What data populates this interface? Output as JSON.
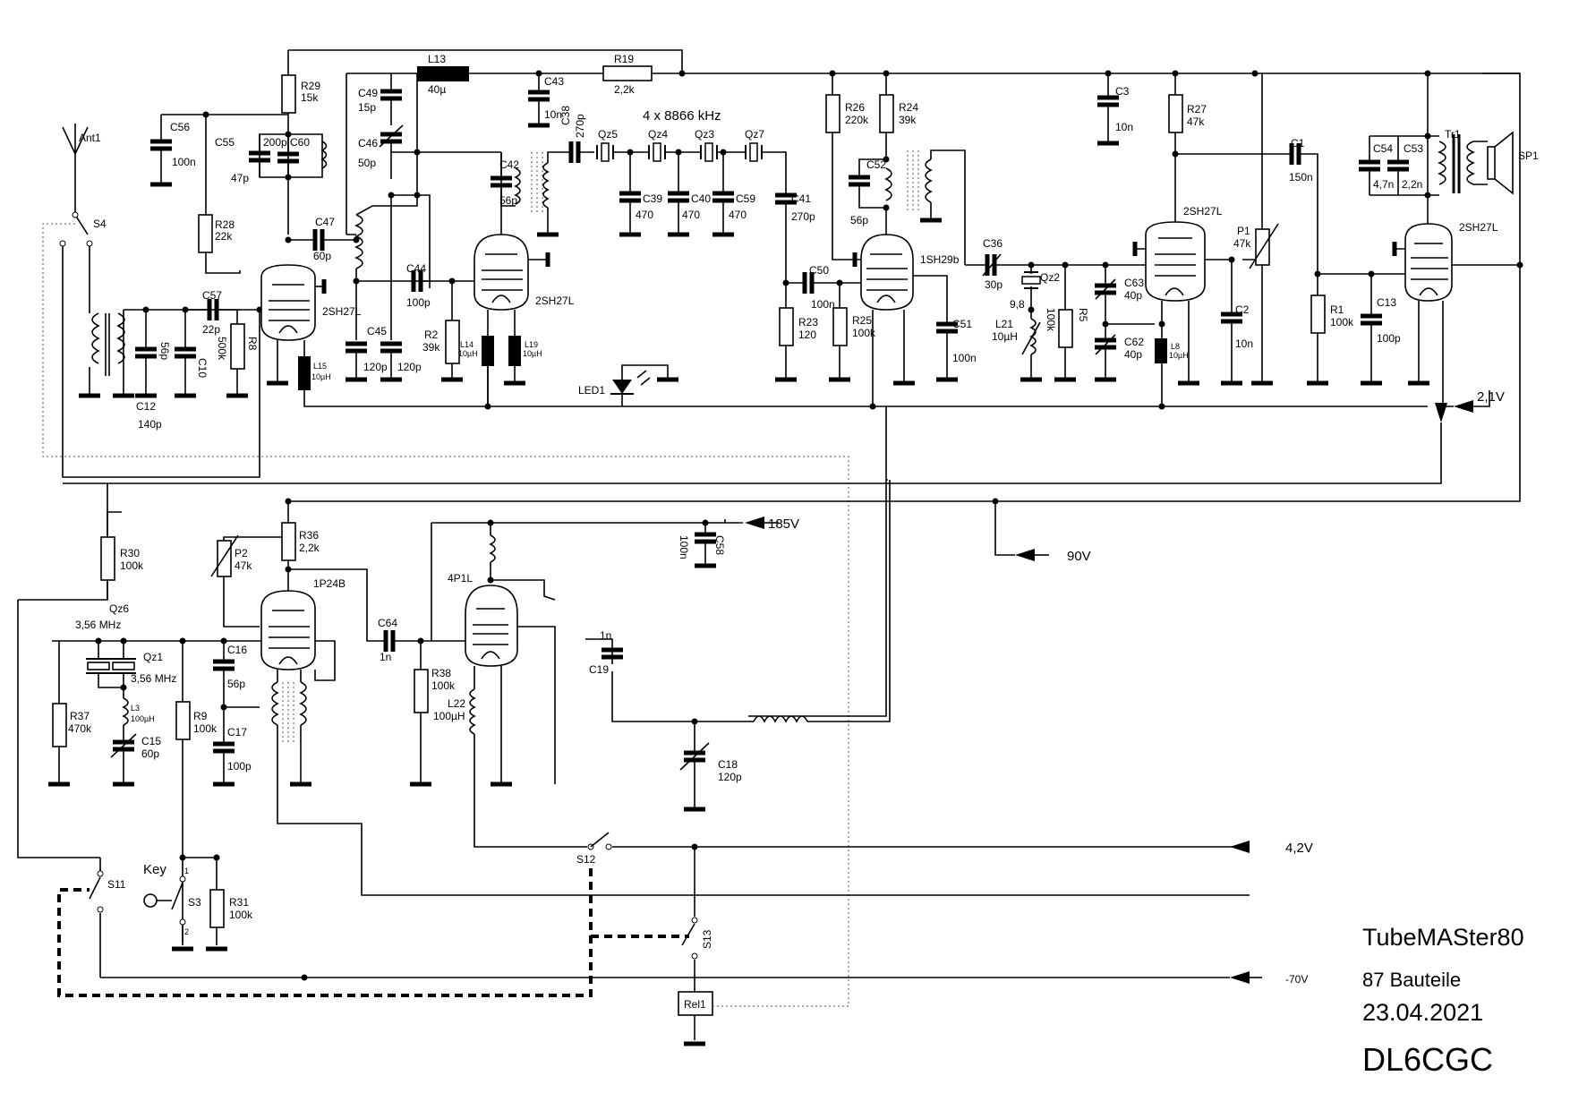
{
  "labels": {
    "ant1": "Ant1",
    "s4": "S4",
    "r29": "R29",
    "r29v": "15k",
    "c56": "C56",
    "c56v": "100n",
    "c55": "C55",
    "c55v": "47p",
    "c60v": "200p",
    "c60": "C60",
    "r28": "R28",
    "r28v": "22k",
    "c47": "C47",
    "c47v": "60p",
    "c57": "C57",
    "c57v": "22p",
    "c12": "C12",
    "c12v": "140p",
    "c10": "C10",
    "c10v": "56p",
    "r8": "R8",
    "r8v": "500k",
    "tube1": "2SH27L",
    "l15": "L15",
    "l15v": "10µH",
    "l13": "L13",
    "l13v": "40µ",
    "r19": "R19",
    "r19v": "2,2k",
    "c43": "C43",
    "c43v": "10n",
    "c49": "C49",
    "c49v": "15p",
    "c46": "C46",
    "c46v": "50p",
    "c42": "C42",
    "c42v": "56p",
    "c38": "C38",
    "c38v": "270p",
    "qz5": "Qz5",
    "qz4": "Qz4",
    "qz3": "Qz3",
    "qz7": "Qz7",
    "xtalfreq": "4 x 8866 kHz",
    "c39": "C39",
    "c39v": "470",
    "c40": "C40",
    "c40v": "470",
    "c59": "C59",
    "c59v": "470",
    "c41": "C41",
    "c41v": "270p",
    "c44": "C44",
    "c44v": "100p",
    "c45": "C45",
    "c45v": "120p",
    "c45b": "120p",
    "r2": "R2",
    "r2v": "39k",
    "l14": "L14",
    "l14v": "10µH",
    "l19": "L19",
    "l19v": "10µH",
    "tube2": "2SH27L",
    "led1": "LED1",
    "c50": "C50",
    "c50v": "100n",
    "r23": "R23",
    "r23v": "120",
    "r25": "R25",
    "r25v": "100k",
    "r26": "R26",
    "r26v": "220k",
    "r24": "R24",
    "r24v": "39k",
    "c52": "C52",
    "c52v": "56p",
    "tube3": "1SH29b",
    "c51": "C51",
    "c51v": "100n",
    "c36": "C36",
    "c36v": "30p",
    "qz2": "Qz2",
    "qz2v": "9,8",
    "l21": "L21",
    "l21v": "10µH",
    "r5": "R5",
    "r5v": "100k",
    "c63": "C63",
    "c63v": "40p",
    "c62": "C62",
    "c62v": "40p",
    "l8": "L8",
    "l8v": "10µH",
    "c3": "C3",
    "c3v": "10n",
    "r27": "R27",
    "r27v": "47k",
    "tube4": "2SH27L",
    "c1": "C1",
    "c1v": "150n",
    "p1": "P1",
    "p1v": "47k",
    "c2": "C2",
    "c2v": "10n",
    "r1": "R1",
    "r1v": "100k",
    "c13": "C13",
    "c13v": "100p",
    "c54": "C54",
    "c54v": "4,7n",
    "c53": "C53",
    "c53v": "2,2n",
    "tr1": "Tr1",
    "sp1": "SP1",
    "tube5": "2SH27L",
    "v21": "2,1V",
    "v185": "185V",
    "v90": "90V",
    "v42": "4,2V",
    "vm70": "-70V",
    "r30": "R30",
    "r30v": "100k",
    "p2": "P2",
    "p2v": "47k",
    "r36": "R36",
    "r36v": "2,2k",
    "tube6": "1P24B",
    "tube7": "4P1L",
    "c58": "C58",
    "c58v": "100n",
    "qz6": "Qz6",
    "qz6v": "3,56 MHz",
    "qz1": "Qz1",
    "qz1v": "3,56 MHz",
    "l3": "L3",
    "l3v": "100µH",
    "c15": "C15",
    "c15v": "60p",
    "r37": "R37",
    "r37v": "470k",
    "r9": "R9",
    "r9v": "100k",
    "c16": "C16",
    "c16v": "56p",
    "c17": "C17",
    "c17v": "100p",
    "c64": "C64",
    "c64v": "1n",
    "r38": "R38",
    "r38v": "100k",
    "l22": "L22",
    "l22v": "100µH",
    "c19": "C19",
    "c19v": "1n",
    "c18": "C18",
    "c18v": "120p",
    "s11": "S11",
    "key": "Key",
    "s3": "S3",
    "r31": "R31",
    "r31v": "100k",
    "s12": "S12",
    "s13": "S13",
    "rel1": "Rel1",
    "pin1": "1",
    "pin2": "2"
  },
  "titleblock": {
    "name": "TubeMASter80",
    "parts": "87 Bauteile",
    "date": "23.04.2021",
    "call": "DL6CGC"
  }
}
